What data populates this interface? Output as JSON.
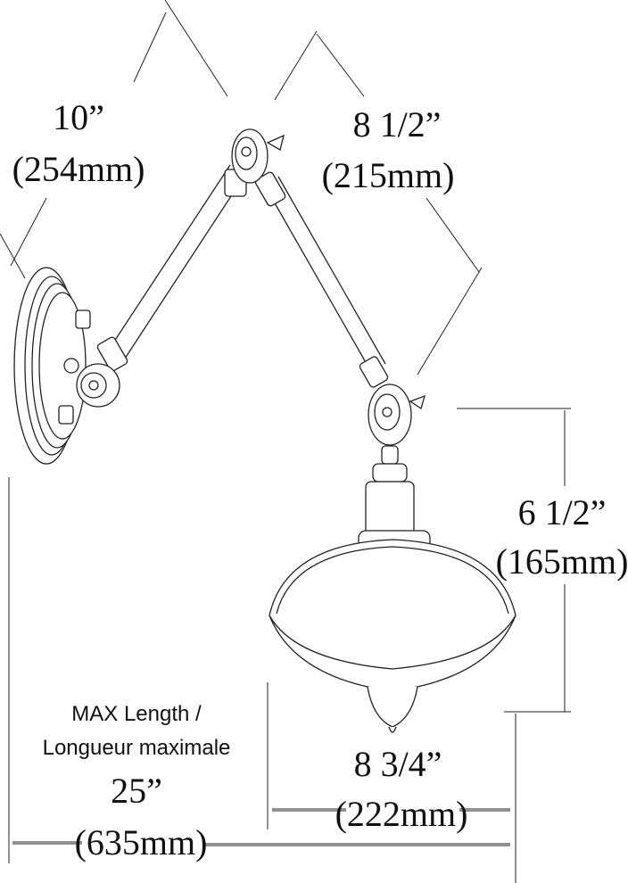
{
  "dimensions": {
    "arm1": {
      "imperial": "10”",
      "metric": "(254mm)"
    },
    "arm2": {
      "imperial": "8 1/2”",
      "metric": "(215mm)"
    },
    "shade_height": {
      "imperial": "6 1/2”",
      "metric": "(165mm)"
    },
    "shade_width": {
      "imperial": "8 3/4”",
      "metric": "(222mm)"
    },
    "max_length": {
      "label_en": "MAX Length /",
      "label_fr": "Longueur maximale",
      "imperial": "25”",
      "metric": "(635mm)"
    }
  }
}
